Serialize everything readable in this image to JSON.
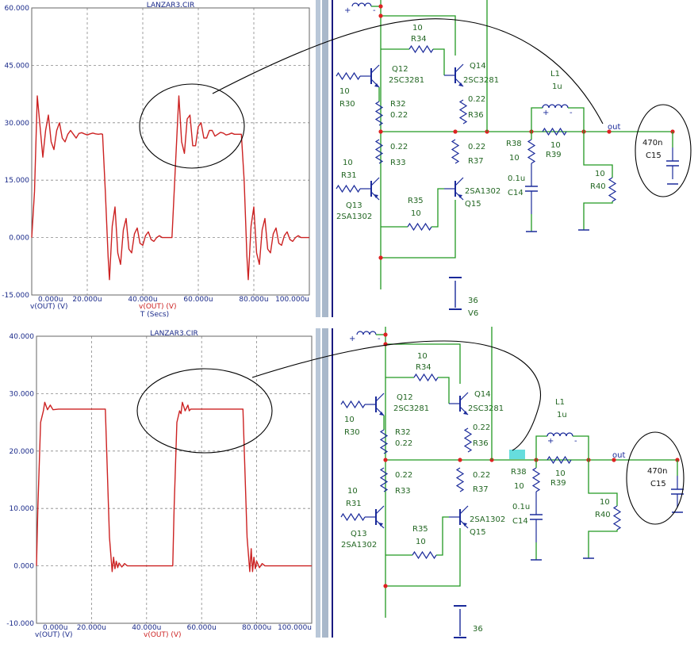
{
  "colors": {
    "trace": "#cc2222",
    "axis_text": "#1a2a8a",
    "grid": "#888888",
    "wire": "#229922",
    "component": "#1a2a9a",
    "label": "#226622",
    "node": "#dd2222",
    "divider": "#b9c7d8",
    "divider_dark": "#1a1a80",
    "highlight": "#66dddd"
  },
  "chart_data": [
    {
      "type": "line",
      "title": "LANZAR3.CIR",
      "xlabel": "T (Secs)",
      "ylabel": "",
      "x_tick_labels": [
        "0.000u",
        "20.000u",
        "40.000u",
        "60.000u",
        "80.000u",
        "100.000u"
      ],
      "y_tick_labels": [
        "60.000",
        "45.000",
        "30.000",
        "15.000",
        "0.000",
        "-15.000"
      ],
      "xlim": [
        0,
        100
      ],
      "ylim": [
        -15,
        60
      ],
      "legend_labels": [
        "v(OUT) (V)",
        "v(OUT) (V)"
      ],
      "series": [
        {
          "name": "v(OUT) (V)",
          "x": [
            0,
            1,
            2,
            3,
            4,
            5,
            6,
            7,
            8,
            9,
            10,
            11,
            12,
            13,
            14,
            15,
            16,
            17,
            18,
            19,
            20,
            21,
            22,
            23,
            24,
            25,
            25.5,
            26.5,
            27.5,
            28,
            29,
            30,
            31,
            32,
            33,
            34,
            35,
            36,
            37,
            38,
            39,
            40,
            41,
            42,
            43,
            44,
            45,
            46,
            47,
            48,
            49,
            50,
            50.5,
            51.5,
            52.5,
            53,
            54,
            55,
            56,
            57,
            58,
            59,
            60,
            61,
            62,
            63,
            64,
            65,
            66,
            67,
            68,
            69,
            70,
            71,
            72,
            73,
            74,
            75,
            75.5,
            76.5,
            77.5,
            78,
            79,
            80,
            81,
            82,
            83,
            84,
            85,
            86,
            87,
            88,
            89,
            90,
            91,
            92,
            93,
            94,
            95,
            96,
            97,
            98,
            99,
            100
          ],
          "y": [
            0,
            12,
            37,
            29,
            21,
            28,
            32,
            25,
            23,
            28,
            30,
            26,
            25,
            27,
            28,
            27,
            26,
            27.2,
            27.4,
            27.1,
            26.8,
            27.1,
            27.3,
            27.1,
            27,
            27.1,
            27,
            12,
            -5,
            -11,
            3,
            8,
            -4,
            -7,
            2,
            5,
            -3,
            -4,
            1,
            2.5,
            -1.5,
            -2,
            0.5,
            1.5,
            -0.5,
            -1,
            0,
            0.5,
            0,
            0,
            0,
            0,
            0,
            15,
            30,
            37,
            25,
            22,
            31,
            32,
            24,
            24,
            29,
            30,
            26,
            26,
            28,
            28,
            26.5,
            27,
            27.5,
            27.3,
            26.8,
            27,
            27.3,
            27,
            27,
            27,
            27,
            15,
            -5,
            -11,
            3,
            8,
            -4,
            -7,
            2,
            5,
            -3,
            -4,
            1,
            2.5,
            -1.5,
            -2,
            0.5,
            1.5,
            -0.5,
            -1,
            0,
            0.5,
            0,
            0,
            0,
            0
          ]
        }
      ]
    },
    {
      "type": "line",
      "title": "LANZAR3.CIR",
      "xlabel": "",
      "ylabel": "",
      "x_tick_labels": [
        "0.000u",
        "20.000u",
        "40.000u",
        "60.000u",
        "80.000u",
        "100.000u"
      ],
      "y_tick_labels": [
        "40.000",
        "30.000",
        "20.000",
        "10.000",
        "0.000",
        "-10.000"
      ],
      "xlim": [
        0,
        100
      ],
      "ylim": [
        -10,
        40
      ],
      "legend_labels": [
        "v(OUT) (V)",
        "v(OUT) (V)"
      ],
      "series": [
        {
          "name": "v(OUT) (V)",
          "x": [
            0,
            0.5,
            1.5,
            2.5,
            3,
            4,
            5,
            6,
            8,
            10,
            12,
            14,
            16,
            18,
            20,
            22,
            24,
            25,
            25.5,
            26.5,
            27.5,
            28,
            28.5,
            29,
            29.5,
            30,
            31,
            32,
            33,
            35,
            40,
            45,
            49.5,
            50,
            51,
            52,
            52.5,
            53,
            54,
            55,
            55.5,
            56,
            57,
            58,
            60,
            62,
            65,
            70,
            74,
            75,
            75.5,
            76.5,
            77.5,
            78,
            78.5,
            79,
            79.5,
            80,
            81,
            82,
            83,
            85,
            88,
            90,
            95,
            100
          ],
          "y": [
            0,
            10,
            25,
            27,
            28.5,
            27.2,
            28,
            27.2,
            27.3,
            27.3,
            27.3,
            27.3,
            27.3,
            27.3,
            27.3,
            27.3,
            27.3,
            27.3,
            20,
            5,
            -1,
            1.5,
            -0.5,
            0.8,
            -0.3,
            0.5,
            -0.2,
            0.4,
            0,
            0,
            0,
            0,
            0,
            10,
            25,
            27,
            26.5,
            28.5,
            27,
            28,
            27,
            27.3,
            27.3,
            27.3,
            27.3,
            27.3,
            27.3,
            27.3,
            27.3,
            27.3,
            20,
            5,
            -1,
            3,
            -1,
            1.5,
            -0.5,
            0.8,
            -0.3,
            0.4,
            0,
            0,
            0,
            0,
            0,
            0
          ]
        }
      ]
    }
  ],
  "schematics": [
    {
      "parts": {
        "q12": {
          "ref": "Q12",
          "model": "2SC3281"
        },
        "q14": {
          "ref": "Q14",
          "model": "2SC3281"
        },
        "q13": {
          "ref": "Q13",
          "model": "2SA1302"
        },
        "q15": {
          "ref": "Q15",
          "model": "2SA1302"
        },
        "r30": {
          "ref": "R30",
          "value": "10"
        },
        "r31": {
          "ref": "R31",
          "value": "10"
        },
        "r32": {
          "ref": "R32",
          "value": "0.22"
        },
        "r33": {
          "ref": "R33",
          "value": "0.22"
        },
        "r34": {
          "ref": "R34",
          "value": "10"
        },
        "r35": {
          "ref": "R35",
          "value": "10"
        },
        "r36": {
          "ref": "R36",
          "value": "0.22"
        },
        "r37": {
          "ref": "R37",
          "value": "0.22"
        },
        "r38": {
          "ref": "R38",
          "value": "10"
        },
        "r39": {
          "ref": "R39",
          "value": "10"
        },
        "r40": {
          "ref": "R40",
          "value": "10"
        },
        "l1": {
          "ref": "L1",
          "value": "1u"
        },
        "c14": {
          "ref": "C14",
          "value": "0.1u"
        },
        "c15": {
          "ref": "C15",
          "value": "470n"
        },
        "v6": {
          "ref": "V6",
          "value": "36"
        },
        "out": "out",
        "plus": "+",
        "minus": "-"
      }
    },
    {
      "parts": {
        "q12": {
          "ref": "Q12",
          "model": "2SC3281"
        },
        "q14": {
          "ref": "Q14",
          "model": "2SC3281"
        },
        "q13": {
          "ref": "Q13",
          "model": "2SA1302"
        },
        "q15": {
          "ref": "Q15",
          "model": "2SA1302"
        },
        "r30": {
          "ref": "R30",
          "value": "10"
        },
        "r31": {
          "ref": "R31",
          "value": "10"
        },
        "r32": {
          "ref": "R32",
          "value": "0.22"
        },
        "r33": {
          "ref": "R33",
          "value": "0.22"
        },
        "r34": {
          "ref": "R34",
          "value": "10"
        },
        "r35": {
          "ref": "R35",
          "value": "10"
        },
        "r36": {
          "ref": "R36",
          "value": "0.22"
        },
        "r37": {
          "ref": "R37",
          "value": "0.22"
        },
        "r38": {
          "ref": "R38",
          "value": "10"
        },
        "r39": {
          "ref": "R39",
          "value": "10"
        },
        "r40": {
          "ref": "R40",
          "value": "10"
        },
        "l1": {
          "ref": "L1",
          "value": "1u"
        },
        "c14": {
          "ref": "C14",
          "value": "0.1u"
        },
        "c15": {
          "ref": "C15",
          "value": "470n"
        },
        "v6": {
          "ref": "",
          "value": "36"
        },
        "out": "out",
        "plus": "+",
        "minus": "-"
      }
    }
  ]
}
